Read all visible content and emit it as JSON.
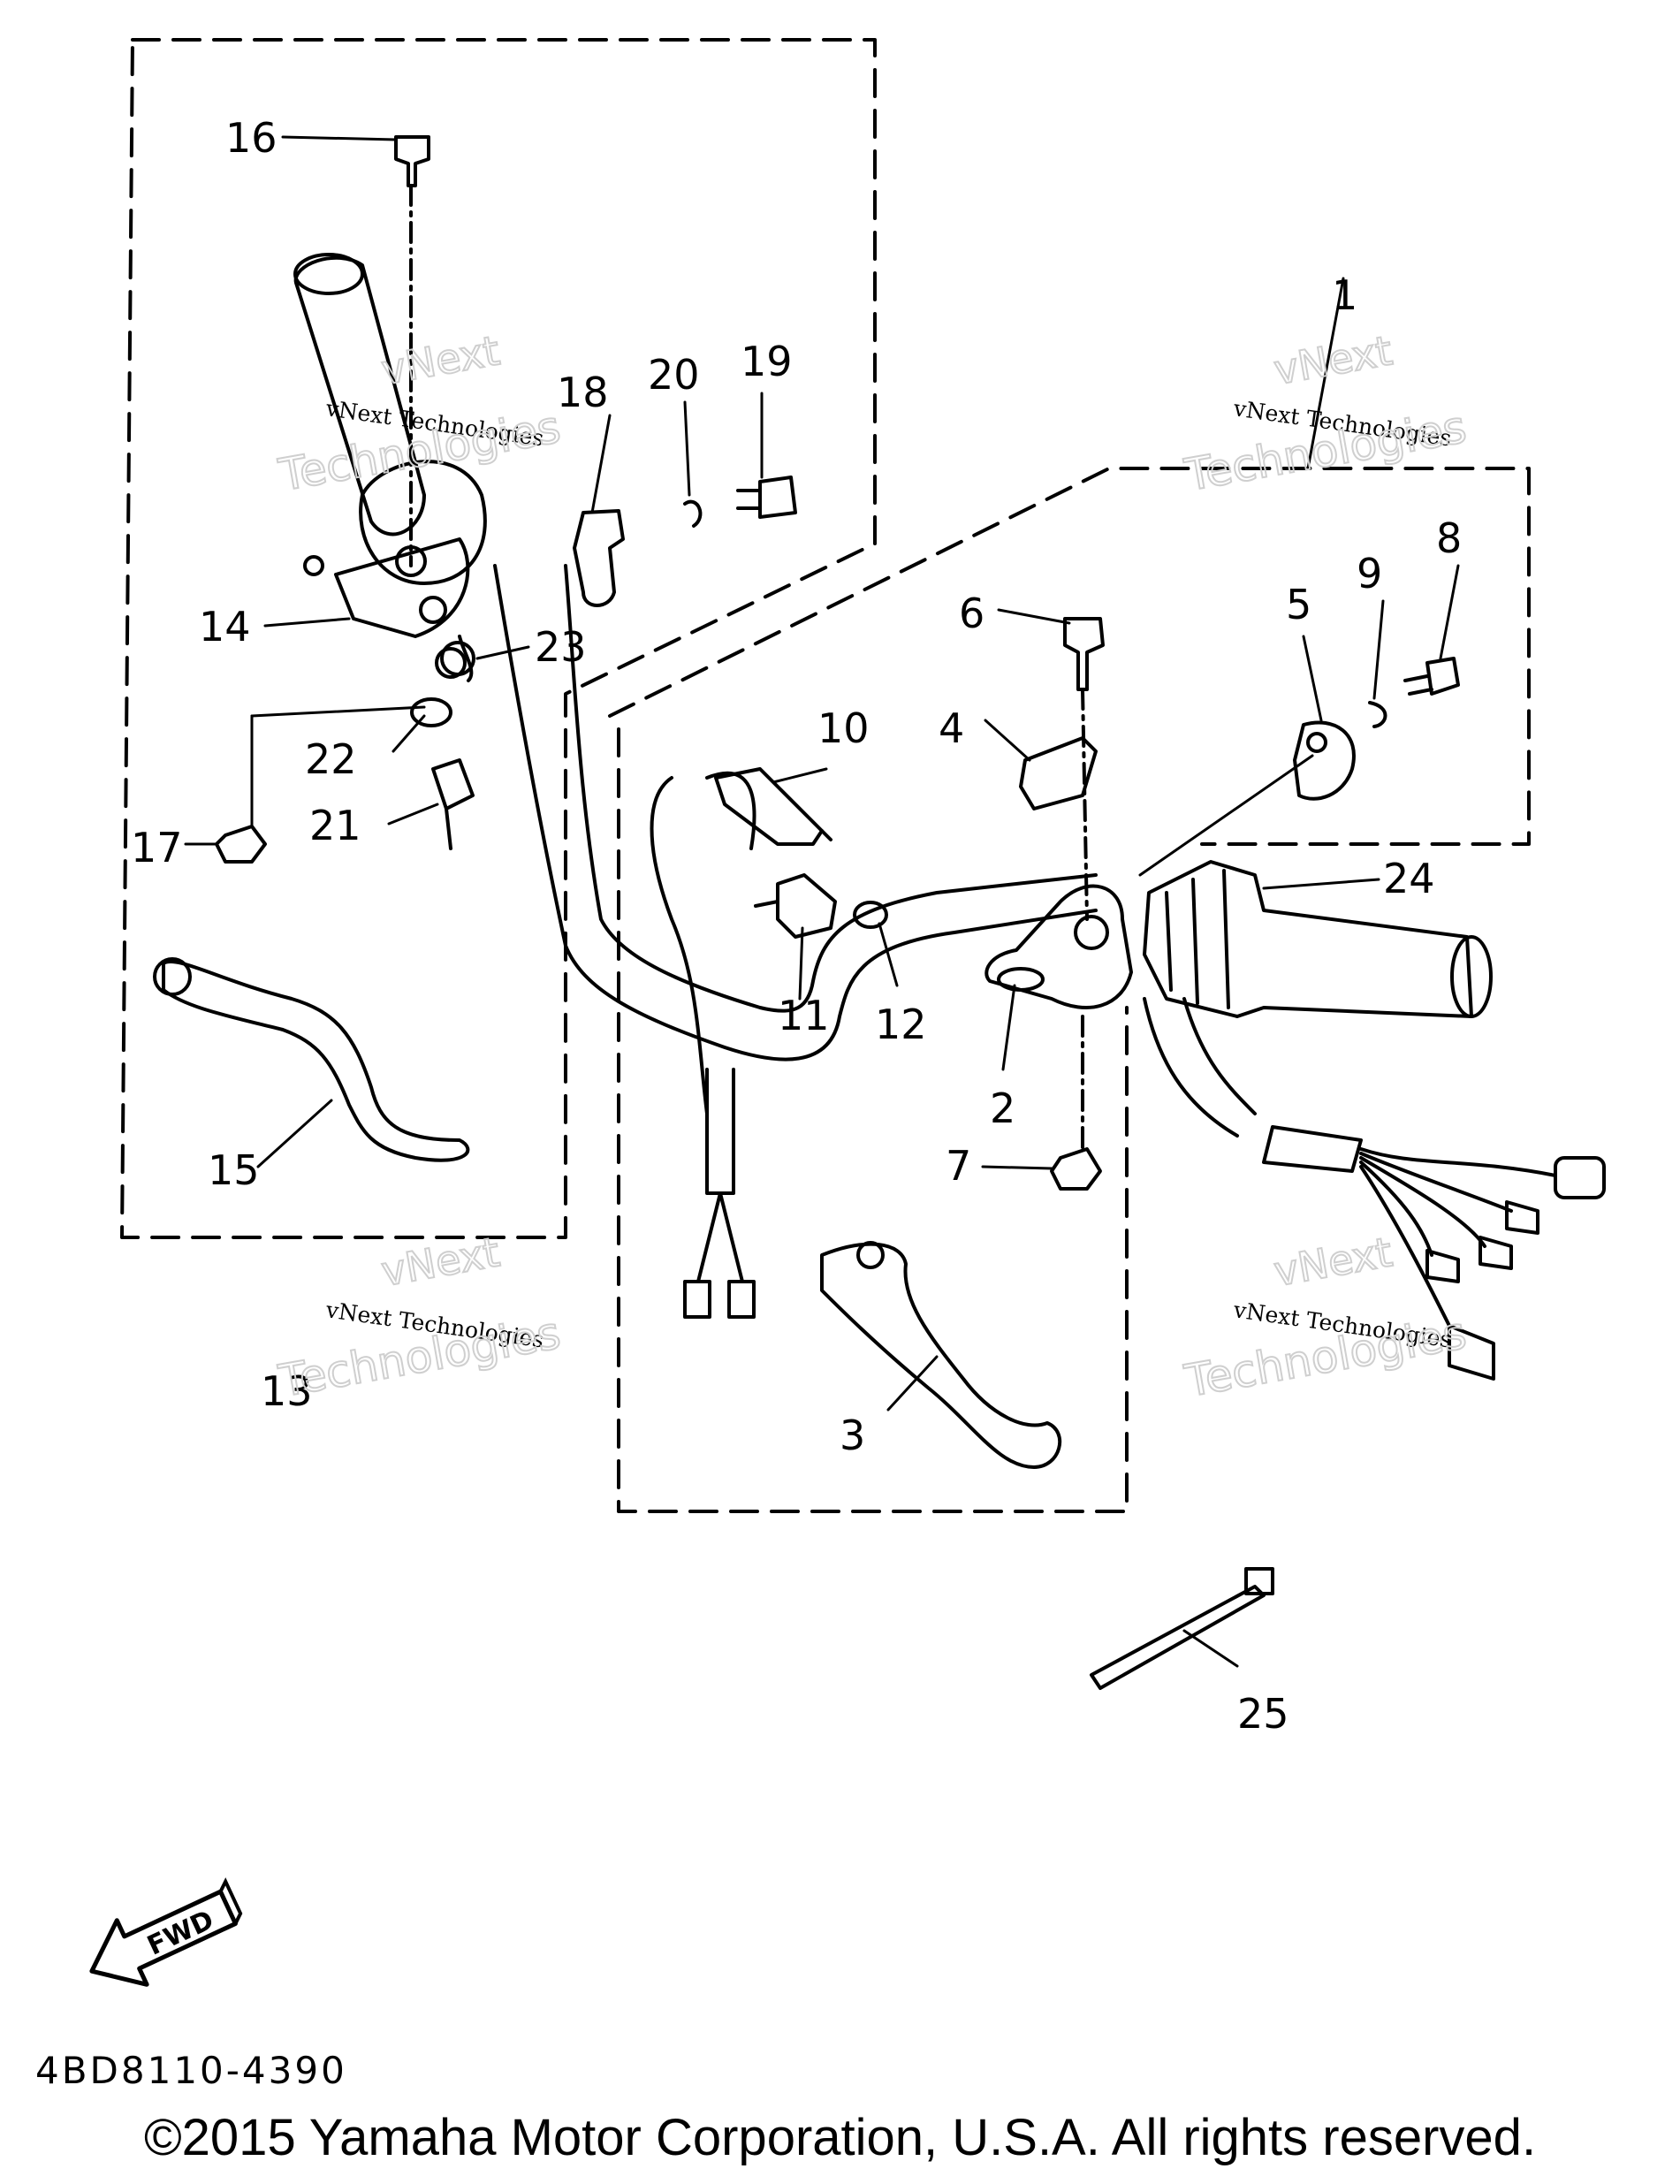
{
  "callouts": [
    "1",
    "2",
    "3",
    "4",
    "5",
    "6",
    "7",
    "8",
    "9",
    "10",
    "11",
    "12",
    "13",
    "14",
    "15",
    "16",
    "17",
    "18",
    "19",
    "20",
    "21",
    "22",
    "23",
    "24",
    "25"
  ],
  "fwd_label": "FWD",
  "part_code": "4BD8110-4390",
  "watermark": {
    "line1": "vNext Technologies",
    "outline1": "vNext",
    "outline2": "Technologies"
  },
  "copyright": "©2015 Yamaha Motor Corporation, U.S.A. All rights reserved."
}
